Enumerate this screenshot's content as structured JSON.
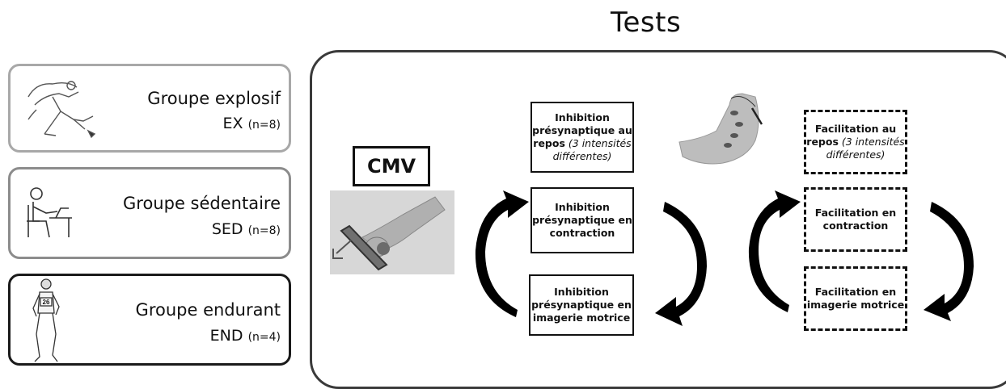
{
  "title": "Tests",
  "groups": [
    {
      "name": "Groupe explosif",
      "code": "EX",
      "n": "(n=8)",
      "icon": "sprinter-icon"
    },
    {
      "name": "Groupe sédentaire",
      "code": "SED",
      "n": "(n=8)",
      "icon": "desk-person-icon"
    },
    {
      "name": "Groupe endurant",
      "code": "END",
      "n": "(n=4)",
      "icon": "runner-icon"
    }
  ],
  "cmv": {
    "label": "CMV"
  },
  "inhibition": {
    "rest": {
      "line1": "Inhibition",
      "line2": "présynaptique au",
      "line3": "repos",
      "italic": "(3 intensités différentes)"
    },
    "contraction": {
      "line1": "Inhibition",
      "line2": "présynaptique en",
      "line3": "contraction"
    },
    "imagery": {
      "line1": "Inhibition",
      "line2": "présynaptique en",
      "line3": "imagerie motrice"
    }
  },
  "facilitation": {
    "rest": {
      "line1": "Facilitation au",
      "line2": "repos",
      "italic": "(3 intensités différentes)"
    },
    "contraction": {
      "line1": "Facilitation en",
      "line2": "contraction"
    },
    "imagery": {
      "line1": "Facilitation en",
      "line2": "imagerie motrice"
    }
  }
}
